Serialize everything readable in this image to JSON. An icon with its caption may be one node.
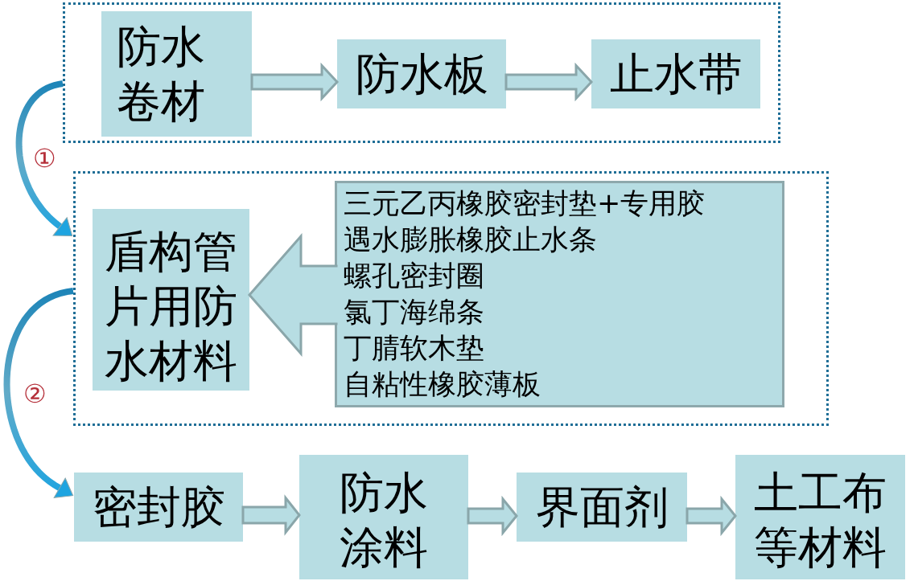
{
  "diagram": {
    "nodes": [
      {
        "text": [],
        "shape": "box"
      },
      {
        "text": [
          "防水卷材"
        ],
        "in": 0
      },
      {
        "text": [
          "防水板"
        ],
        "in": 0
      },
      {
        "text": [
          "止水带"
        ],
        "in": 0
      },
      {
        "text": [],
        "shape": "box"
      },
      {
        "text": [
          "盾构管片用防水材料"
        ],
        "in": 4
      },
      {
        "text": [
          "三元乙丙橡胶密封垫+专用胶",
          "遇水膨胀橡胶止水条",
          "螺孔密封圈",
          "氯丁海绵条",
          "丁腈软木垫",
          "自粘性橡胶薄板"
        ],
        "in": 4
      },
      {
        "text": [
          "密封胶"
        ]
      },
      {
        "text": [
          "防水涂料"
        ]
      },
      {
        "text": [
          "界面剂"
        ]
      },
      {
        "text": [
          "土工布等材料"
        ]
      }
    ],
    "edges": [
      {
        "from": 1,
        "to": 2,
        "arrow": "to"
      },
      {
        "from": 2,
        "to": 3,
        "arrow": "to"
      },
      {
        "from": 0,
        "to": 4,
        "arrow": "to",
        "label": "①",
        "color": "#1ea4e0"
      },
      {
        "from": 6,
        "to": 5,
        "arrow": "to"
      },
      {
        "from": 4,
        "to": 7,
        "arrow": "to",
        "label": "②",
        "color": "#1ea4e0"
      },
      {
        "from": 7,
        "to": 8,
        "arrow": "to"
      },
      {
        "from": 8,
        "to": 9,
        "arrow": "to"
      },
      {
        "from": 9,
        "to": 10,
        "arrow": "to"
      }
    ]
  }
}
